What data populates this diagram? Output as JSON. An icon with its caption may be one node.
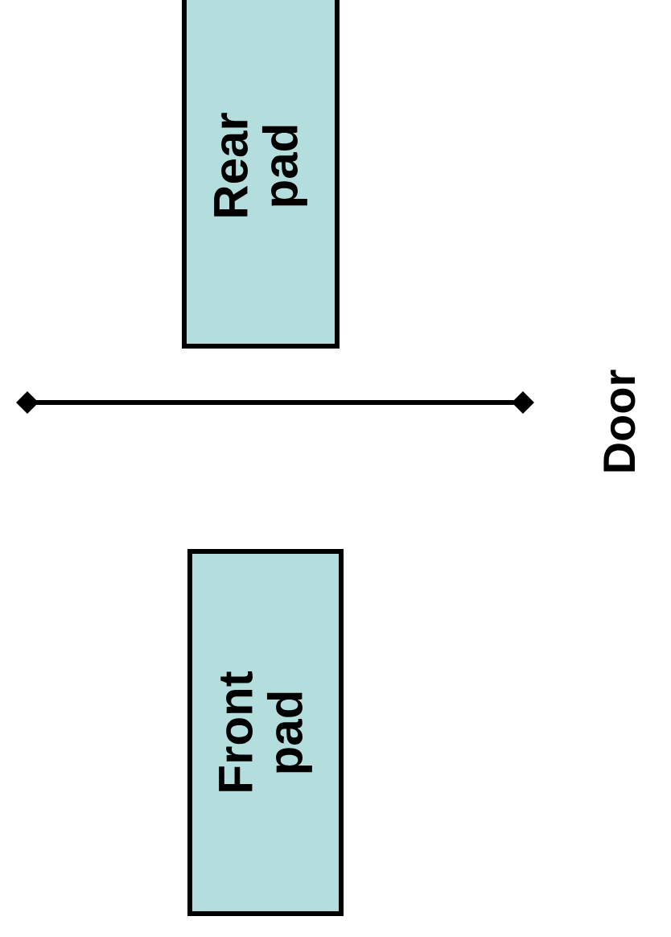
{
  "diagram": {
    "nodes": [
      {
        "text": [
          "Rear pad"
        ]
      },
      {
        "text": [
          "Front pad"
        ]
      }
    ],
    "labels": [
      "Door"
    ]
  }
}
